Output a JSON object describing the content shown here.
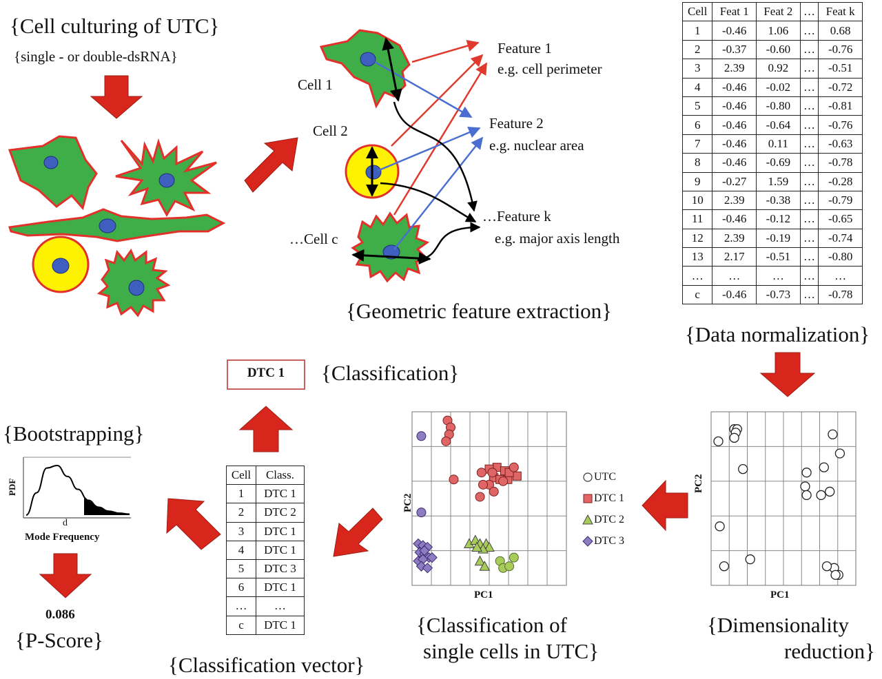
{
  "stages": {
    "culturing": {
      "title": "{Cell culturing of UTC}",
      "subtitle": "{single - or double-dsRNA}"
    },
    "feature_extraction": {
      "title": "{Geometric feature extraction}",
      "cells": [
        "Cell 1",
        "Cell 2",
        "…Cell c"
      ],
      "features": [
        {
          "name": "Feature 1",
          "example": "e.g. cell perimeter"
        },
        {
          "name": "Feature 2",
          "example": "e.g. nuclear area"
        },
        {
          "name": "…Feature k",
          "example": "e.g. major axis length"
        }
      ]
    },
    "normalization": {
      "title": "{Data normalization}",
      "headers": [
        "Cell",
        "Feat 1",
        "Feat 2",
        "…",
        "Feat k"
      ],
      "rows": [
        [
          "1",
          "-0.46",
          "1.06",
          "…",
          "0.68"
        ],
        [
          "2",
          "-0.37",
          "-0.60",
          "…",
          "-0.76"
        ],
        [
          "3",
          "2.39",
          "0.92",
          "…",
          "-0.51"
        ],
        [
          "4",
          "-0.46",
          "-0.02",
          "…",
          "-0.72"
        ],
        [
          "5",
          "-0.46",
          "-0.80",
          "…",
          "-0.81"
        ],
        [
          "6",
          "-0.46",
          "-0.64",
          "…",
          "-0.76"
        ],
        [
          "7",
          "-0.46",
          "0.11",
          "…",
          "-0.63"
        ],
        [
          "8",
          "-0.46",
          "-0.69",
          "…",
          "-0.78"
        ],
        [
          "9",
          "-0.27",
          "1.59",
          "…",
          "-0.28"
        ],
        [
          "10",
          "2.39",
          "-0.38",
          "…",
          "-0.79"
        ],
        [
          "11",
          "-0.46",
          "-0.12",
          "…",
          "-0.65"
        ],
        [
          "12",
          "2.39",
          "-0.19",
          "…",
          "-0.74"
        ],
        [
          "13",
          "2.17",
          "-0.51",
          "…",
          "-0.80"
        ],
        [
          "…",
          "…",
          "…",
          "…",
          "…"
        ],
        [
          "c",
          "-0.46",
          "-0.73",
          "…",
          "-0.78"
        ]
      ]
    },
    "dimensionality": {
      "title_line1": "{Dimensionality",
      "title_line2": "reduction}",
      "xlabel": "PC1",
      "ylabel": "PC2"
    },
    "classification_single": {
      "title_line1": "{Classification of",
      "title_line2": "single cells in UTC}",
      "xlabel": "PC1",
      "ylabel": "PC2",
      "legend": [
        "UTC",
        "DTC 1",
        "DTC 2",
        "DTC 3"
      ]
    },
    "classification_vector": {
      "title": "{Classification vector}",
      "headers": [
        "Cell",
        "Class."
      ],
      "rows": [
        [
          "1",
          "DTC 1"
        ],
        [
          "2",
          "DTC 2"
        ],
        [
          "3",
          "DTC 1"
        ],
        [
          "4",
          "DTC 1"
        ],
        [
          "5",
          "DTC 3"
        ],
        [
          "6",
          "DTC 1"
        ],
        [
          "…",
          "…"
        ],
        [
          "c",
          "DTC 1"
        ]
      ]
    },
    "classification": {
      "title": "{Classification}",
      "result": "DTC 1"
    },
    "bootstrapping": {
      "title": "{Bootstrapping}",
      "ylabel": "PDF",
      "xlabel": "Mode Frequency",
      "marker": "d"
    },
    "pscore": {
      "title": "{P-Score}",
      "value": "0.086"
    }
  },
  "colors": {
    "arrow_red": "#d9261c",
    "cell_green": "#3fae49",
    "cell_outline": "#e2312a",
    "nucleus_blue": "#3f5fbf",
    "round_cell_yellow": "#fff200",
    "utc_marker": "#ffffff",
    "dtc1_marker": "#e06666",
    "dtc2_marker": "#a8cc5a",
    "dtc3_marker": "#8e7cc3",
    "feature1_arrow": "#e03a2f",
    "feature2_arrow": "#4a6fd0",
    "featurek_arrow": "#000000"
  },
  "chart_data": [
    {
      "type": "scatter",
      "title": "",
      "xlabel": "PC1",
      "ylabel": "PC2",
      "xlim": [
        0,
        10
      ],
      "ylim": [
        0,
        10
      ],
      "grid": true,
      "series": [
        {
          "name": "",
          "marker": "circle",
          "x": [
            1.6,
            1.8,
            1.7,
            1.6,
            0.5,
            2.2,
            8.4,
            8.9,
            6.6,
            7.8,
            8.2,
            0.6,
            6.5,
            6.6,
            7.6,
            0.9,
            2.7,
            8.5,
            8.8,
            8.6,
            8.0
          ],
          "y": [
            9.0,
            9.0,
            8.8,
            8.5,
            8.3,
            6.7,
            8.7,
            7.6,
            6.5,
            6.8,
            5.4,
            3.4,
            5.7,
            5.2,
            5.2,
            1.1,
            1.5,
            1.0,
            0.6,
            0.6,
            1.1
          ]
        }
      ]
    },
    {
      "type": "scatter",
      "title": "",
      "xlabel": "PC1",
      "ylabel": "PC2",
      "xlim": [
        0,
        10
      ],
      "ylim": [
        0,
        10
      ],
      "grid": true,
      "legend": "right",
      "series": [
        {
          "name": "DTC 1",
          "marker": "square-circle",
          "x": [
            2.3,
            2.5,
            2.4,
            2.2,
            5.5,
            5.0,
            6.0,
            5.3,
            5.7,
            6.2,
            6.8,
            6.3,
            5.0,
            4.6,
            5.3,
            4.5,
            4.4,
            6.6,
            5.2,
            5.9,
            2.7
          ],
          "y": [
            9.5,
            9.1,
            8.7,
            8.3,
            6.8,
            6.7,
            6.6,
            6.2,
            6.1,
            6.1,
            6.3,
            6.5,
            5.8,
            5.8,
            5.4,
            6.5,
            5.1,
            6.8,
            6.5,
            6.0,
            6.1
          ]
        },
        {
          "name": "DTC 2",
          "marker": "triangle-circle",
          "x": [
            3.7,
            4.1,
            4.4,
            4.8,
            5.0,
            4.6,
            4.2,
            4.4,
            4.7,
            5.7,
            5.9,
            6.3,
            6.6
          ],
          "y": [
            2.4,
            2.6,
            2.4,
            2.4,
            2.2,
            2.1,
            2.2,
            1.4,
            1.1,
            1.4,
            1.0,
            1.1,
            1.6
          ]
        },
        {
          "name": "DTC 3",
          "marker": "diamond",
          "x": [
            0.4,
            0.7,
            1.0,
            0.5,
            0.8,
            1.1,
            0.4,
            0.7,
            1.3,
            0.6,
            1.0,
            0.8,
            0.6
          ],
          "y": [
            2.4,
            2.3,
            2.2,
            1.9,
            1.8,
            1.6,
            1.4,
            1.5,
            1.6,
            1.1,
            1.0,
            2.0,
            8.6
          ]
        },
        {
          "name": "UTC",
          "marker": "circle",
          "x": [
            0.6
          ],
          "y": [
            4.2
          ]
        }
      ]
    },
    {
      "type": "line",
      "title": "",
      "xlabel": "Mode Frequency",
      "ylabel": "PDF",
      "series": [
        {
          "name": "",
          "x": [
            0,
            1,
            2,
            3,
            4,
            5,
            6,
            7,
            8,
            9,
            10
          ],
          "y": [
            0.0,
            0.45,
            0.95,
            1.0,
            0.78,
            0.52,
            0.3,
            0.16,
            0.08,
            0.04,
            0.02
          ]
        }
      ],
      "annotations": [
        "d"
      ]
    }
  ]
}
